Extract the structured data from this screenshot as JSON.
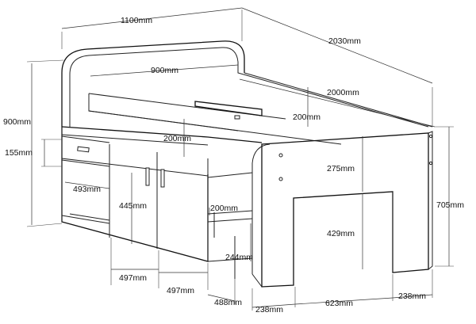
{
  "drawing": {
    "labels": {
      "overall_width": "1100mm",
      "overall_length": "2030mm",
      "overall_height": "900mm",
      "headboard_inner_width": "900mm",
      "mattress_length": "2000mm",
      "mattress_depth_right": "200mm",
      "mattress_depth_left": "200mm",
      "drawer_height": "155mm",
      "drawer_width": "493mm",
      "cupboard_height": "445mm",
      "cupboard_door_width_1": "497mm",
      "cupboard_door_width_2": "497mm",
      "shelf_height": "200mm",
      "lower_shelf_height": "244mm",
      "shelf_depth": "488mm",
      "end_panel_width": "238mm",
      "underbed_gap_width": "623mm",
      "leg_width": "238mm",
      "side_upper_height": "275mm",
      "side_lower_height": "429mm",
      "footboard_height": "705mm"
    }
  }
}
